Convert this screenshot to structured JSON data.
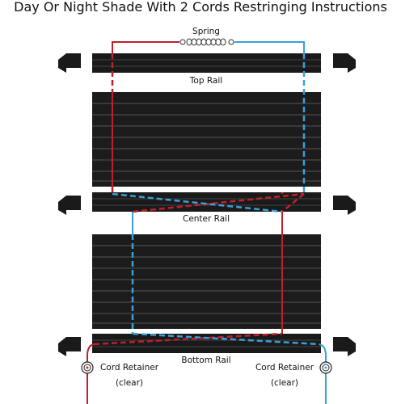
{
  "title": "Day Or Night Shade With 2 Cords Restringing Instructions",
  "labels": {
    "spring": "Spring",
    "top_rail": "Top Rail",
    "center_rail": "Center Rail",
    "bottom_rail": "Bottom Rail",
    "cord_retainer_left": "Cord Retainer",
    "cord_retainer_left_note": "(clear)",
    "cord_retainer_right": "Cord Retainer",
    "cord_retainer_right_note": "(clear)"
  },
  "colors": {
    "rail": "#1a1a1a",
    "fabric": "#1c1c1c",
    "pleat_line": "#555555",
    "clip": "#1a1a1a",
    "cord_red": "#c0202a",
    "cord_blue": "#3a9fdb"
  }
}
